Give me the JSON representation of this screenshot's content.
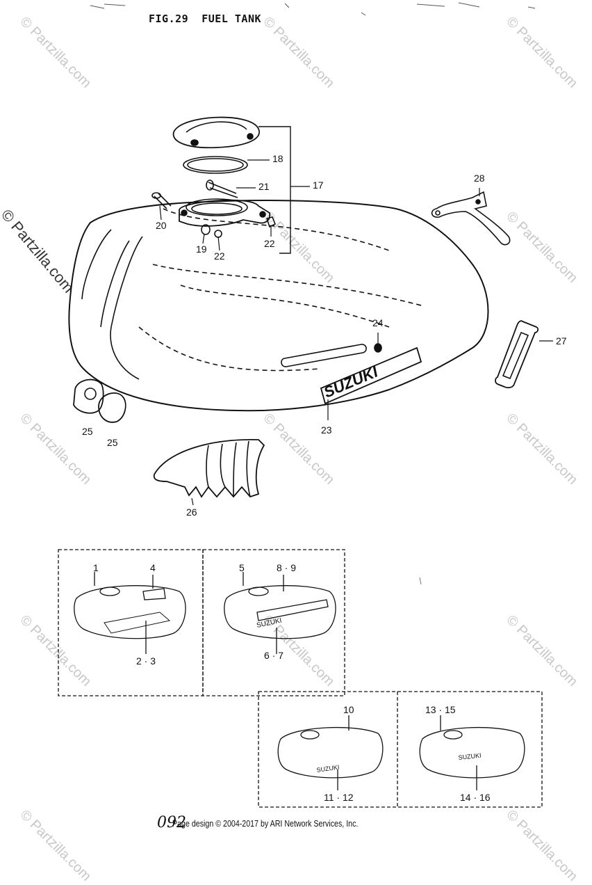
{
  "title": "FIG.29  FUEL TANK",
  "page_number": "092",
  "copyright": "Page design © 2004-2017 by ARI Network Services, Inc.",
  "watermark": "© Partzilla.com",
  "callouts": {
    "c17": "17",
    "c18": "18",
    "c19": "19",
    "c20": "20",
    "c21": "21",
    "c22a": "22",
    "c22b": "22",
    "c23": "23",
    "c24": "24",
    "c25a": "25",
    "c25b": "25",
    "c26": "26",
    "c27": "27",
    "c28": "28",
    "c1": "1",
    "c4": "4",
    "c23v": "2 · 3",
    "c5": "5",
    "c89": "8 · 9",
    "c67": "6 · 7",
    "c10": "10",
    "c1112": "11 · 12",
    "c1315": "13 · 15",
    "c1416": "14 · 16"
  },
  "emblem_text": "SUZUKI"
}
